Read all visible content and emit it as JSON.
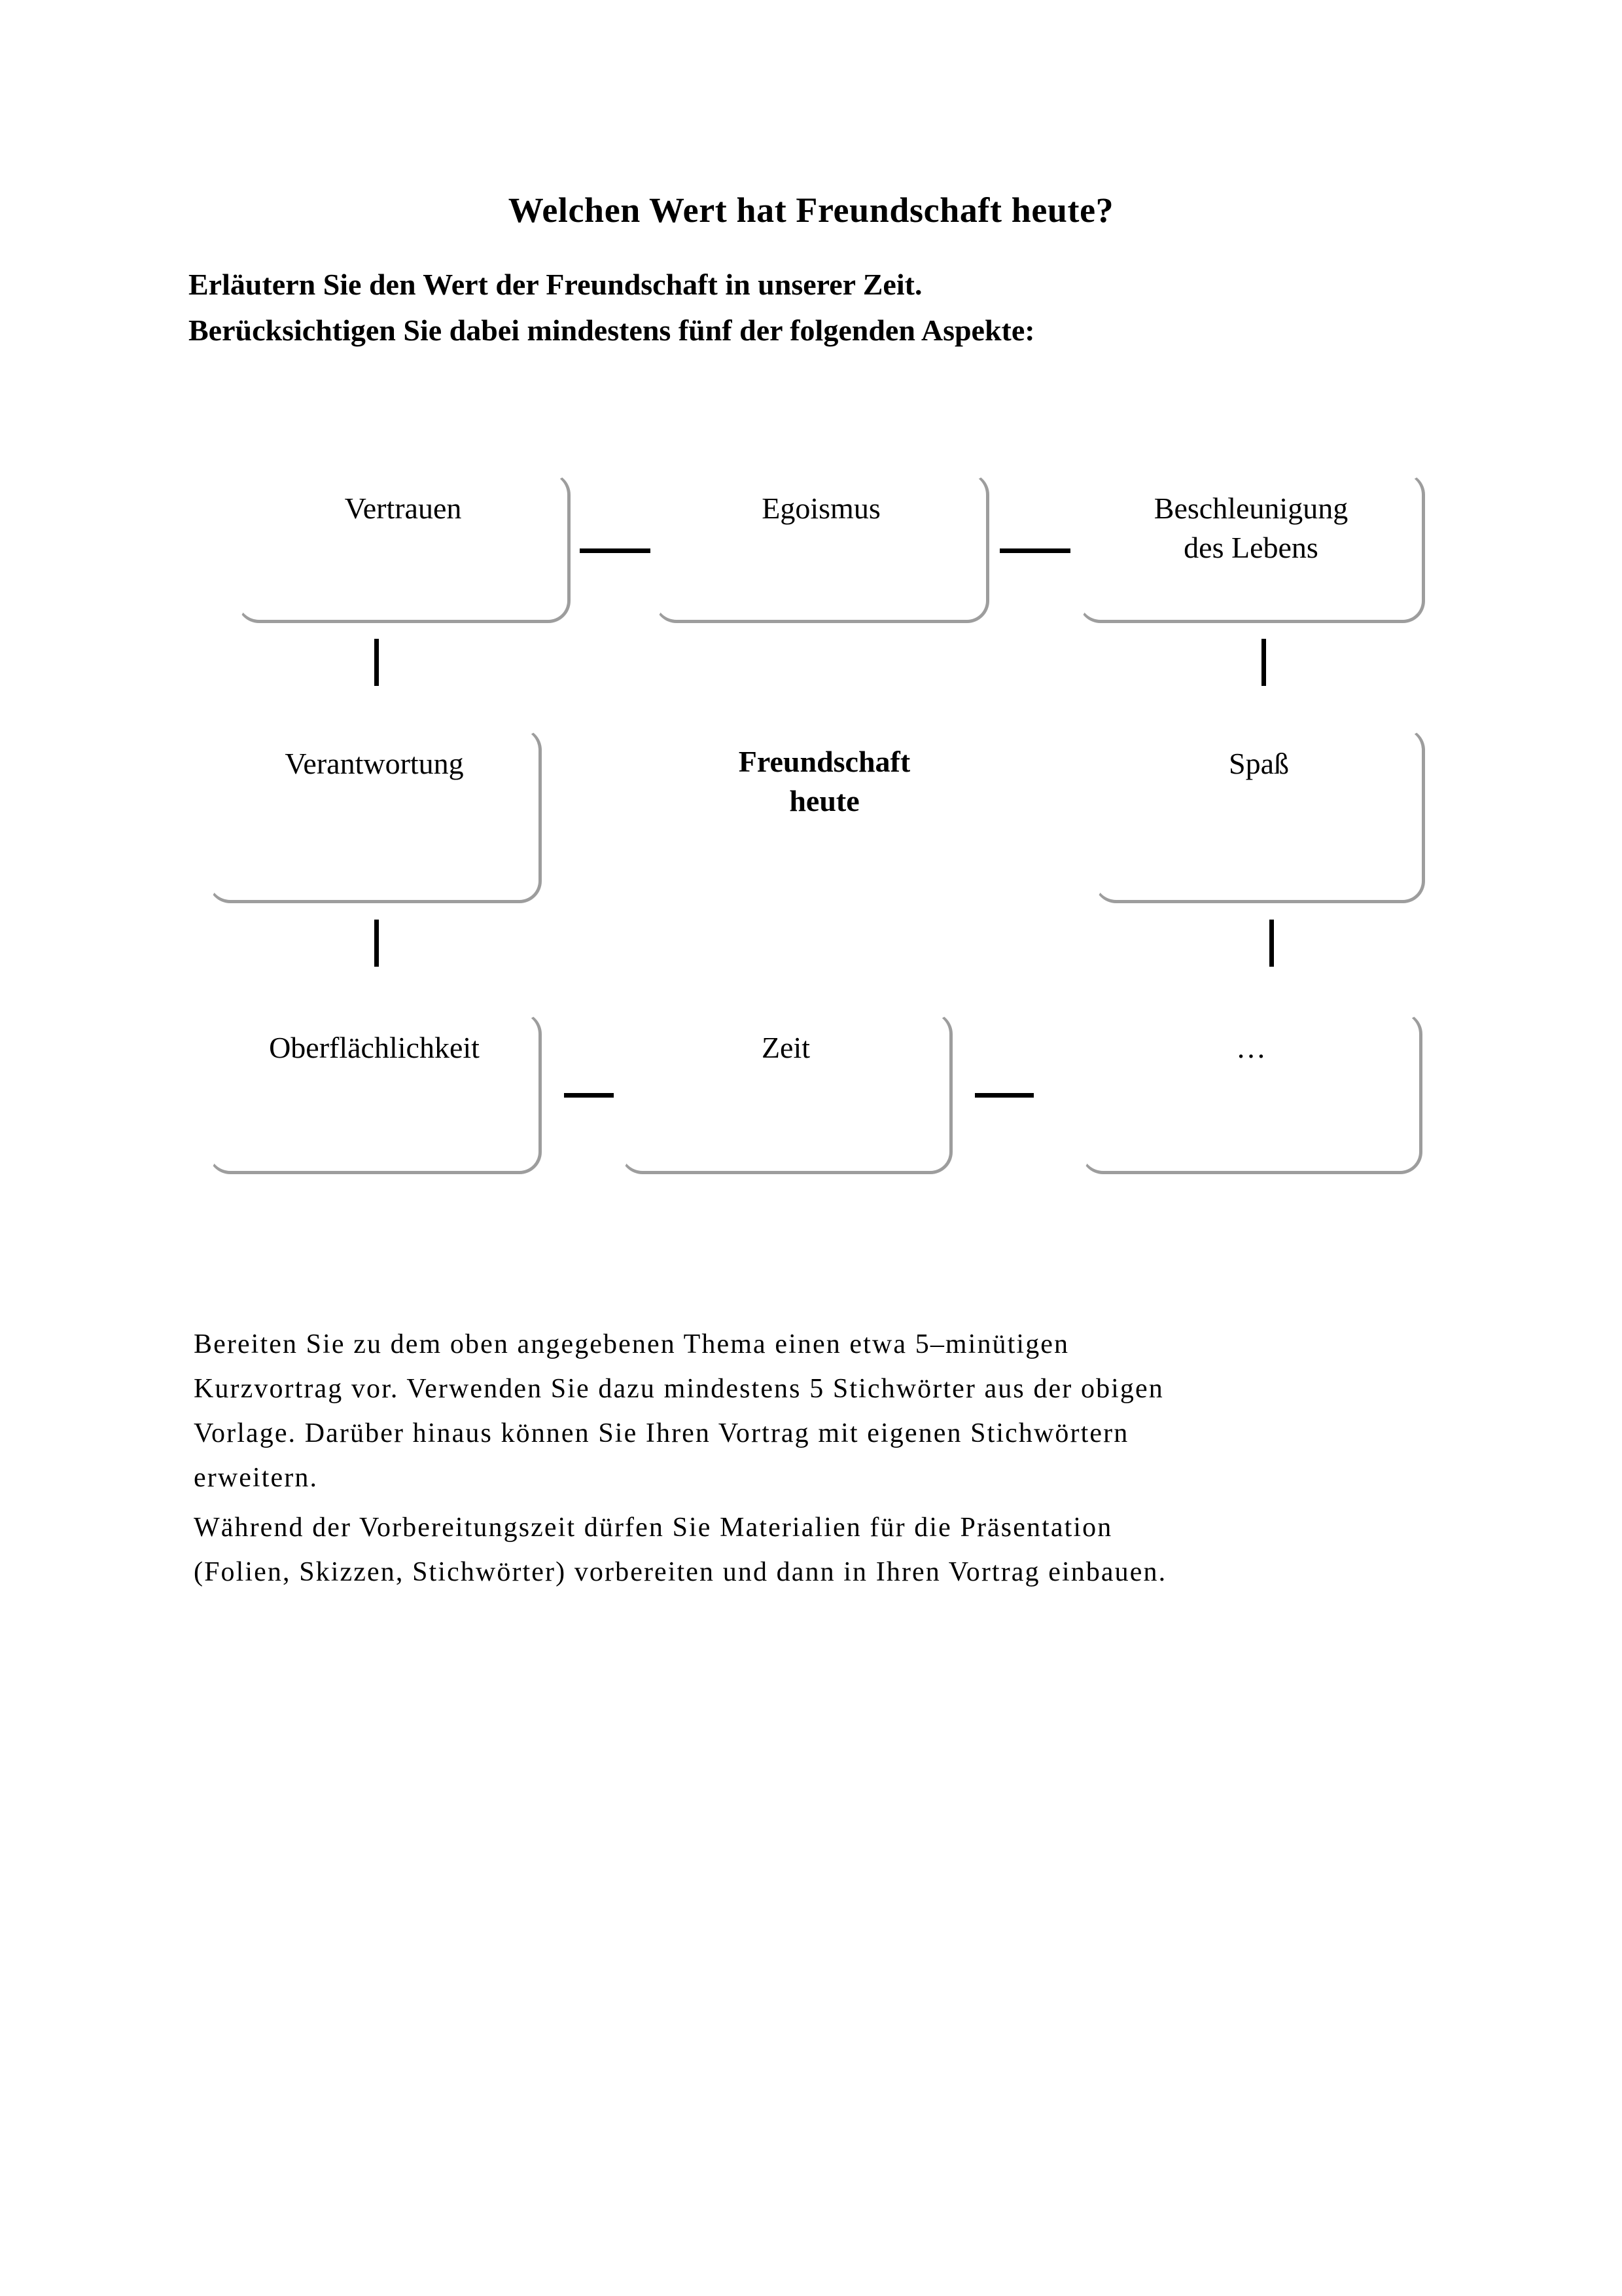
{
  "document": {
    "title": "Welchen Wert hat Freundschaft heute?",
    "intro_lines": [
      "Erläutern Sie den Wert der Freundschaft in unserer Zeit.",
      "Berücksichtigen Sie dabei mindestens fünf der folgenden Aspekte:"
    ]
  },
  "diagram": {
    "center_label": "Freundschaft\nheute",
    "nodes": [
      {
        "id": "vertrauen",
        "label": "Vertrauen"
      },
      {
        "id": "egoismus",
        "label": "Egoismus"
      },
      {
        "id": "beschleunigung",
        "label": "Beschleunigung\ndes Lebens"
      },
      {
        "id": "verantwortung",
        "label": "Verantwortung"
      },
      {
        "id": "freundschaft",
        "label": "Freundschaft\nheute"
      },
      {
        "id": "spass",
        "label": "Spaß"
      },
      {
        "id": "oberflaechlichkeit",
        "label": "Oberflächlichkeit"
      },
      {
        "id": "zeit",
        "label": "Zeit"
      },
      {
        "id": "weitere",
        "label": "…"
      }
    ],
    "shadow_color": "#9d9d9d",
    "connector_color": "#000000"
  },
  "instructions": {
    "paragraph_1_lines": [
      "Bereiten Sie zu dem oben angegebenen Thema einen etwa 5–minütigen",
      "Kurzvortrag vor. Verwenden Sie dazu mindestens 5 Stichwörter aus der obigen",
      "Vorlage. Darüber hinaus können Sie Ihren Vortrag mit eigenen Stichwörtern",
      "erweitern."
    ],
    "paragraph_2_lines": [
      "Während der Vorbereitungszeit dürfen Sie Materialien für die Präsentation",
      "(Folien, Skizzen, Stichwörter) vorbereiten und dann in Ihren Vortrag einbauen."
    ]
  }
}
